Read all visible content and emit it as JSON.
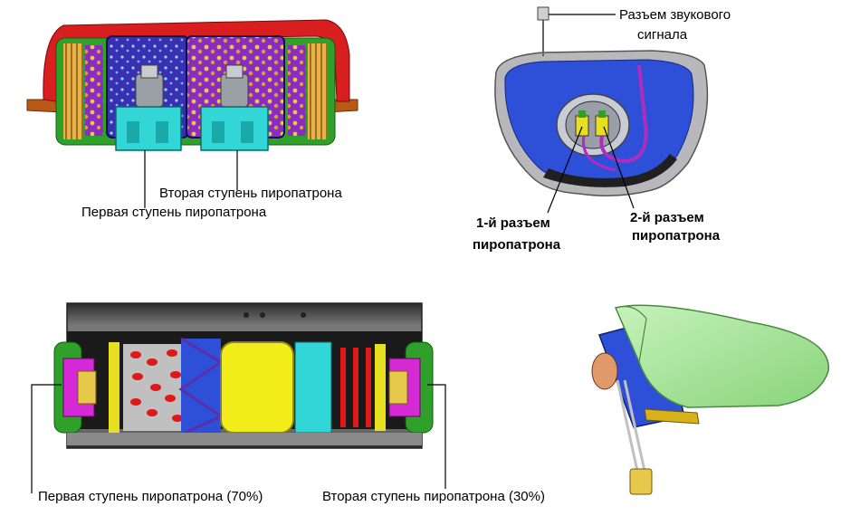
{
  "labels": {
    "dab_second_stage": "Вторая ступень пиропатрона",
    "dab_first_stage": "Первая ступень пиропатрона",
    "horn_connector_line1": "Разъем звукового",
    "horn_connector_line2": "сигнала",
    "connector1_line1": "1-й разъем",
    "connector1_line2": "пиропатрона",
    "connector2_line1": "2-й разъем",
    "connector2_line2": "пиропатрона",
    "pab_first_stage": "Первая ступень пиропатрона (70%)",
    "pab_second_stage": "Вторая ступень пиропатрона (30%)"
  },
  "colors": {
    "housing_red": "#d81e1e",
    "housing_brown": "#b85a16",
    "chamber_purple": "#5a2fa8",
    "inflator_cyan": "#33d6d6",
    "cover_green": "#a6e89a",
    "module_blue": "#2e50d8",
    "connector_yellow": "#e6e020",
    "tube_gray": "#3a3a3a"
  }
}
